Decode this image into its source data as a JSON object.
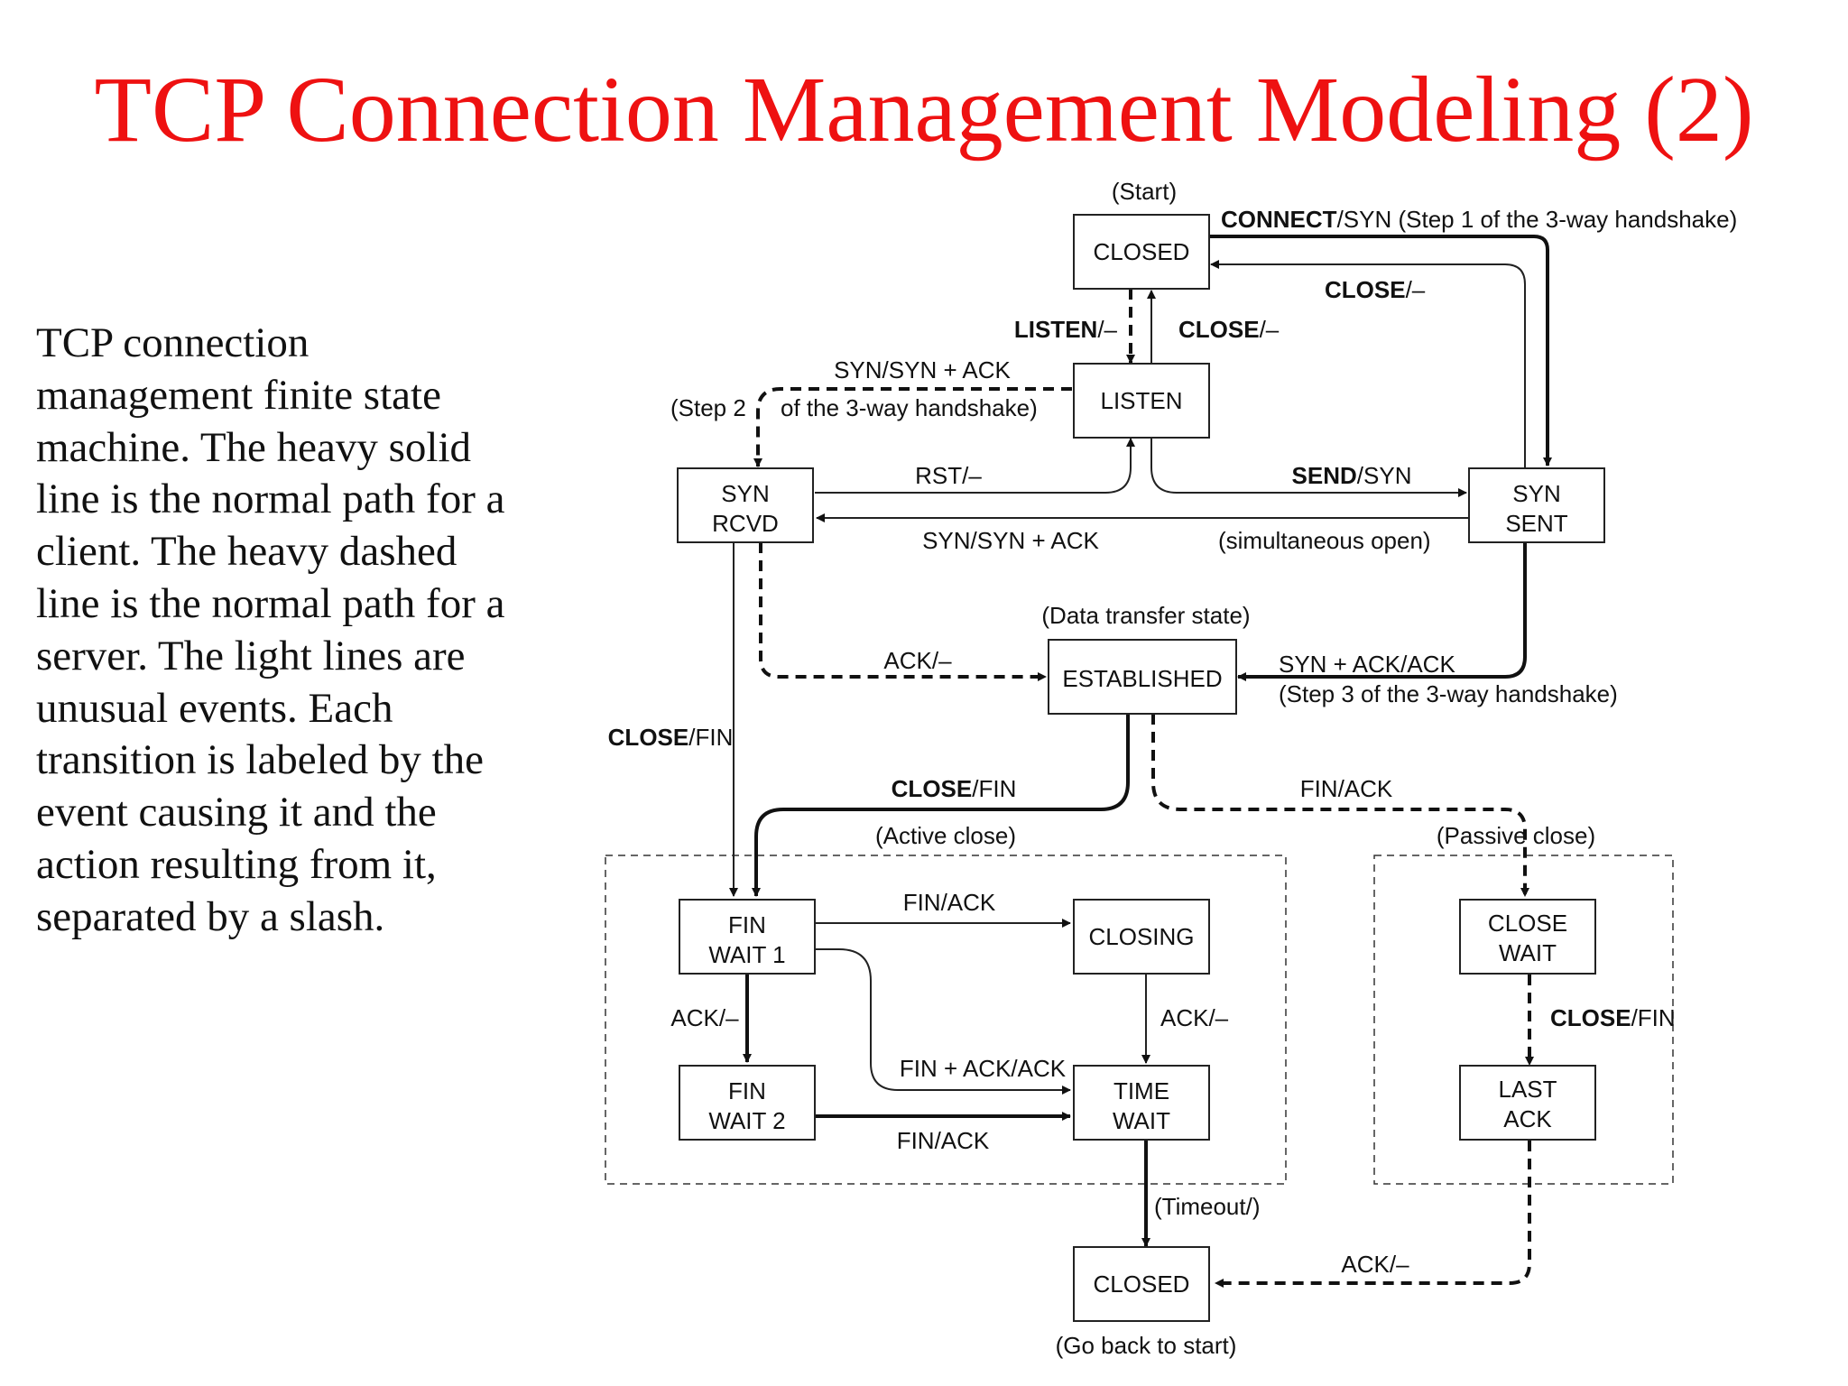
{
  "title": "TCP Connection Management Modeling (2)",
  "description_lines": [
    "TCP connection",
    "management finite state",
    "machine.  The heavy solid",
    "line is the normal path for a",
    "client.  The heavy dashed",
    "line is the normal path for a",
    "server.  The light lines are",
    "unusual events.  Each",
    "transition is labeled by the",
    "event causing it and the",
    "action resulting from it,",
    "separated by a slash."
  ],
  "states": {
    "closed_start": "CLOSED",
    "listen": "LISTEN",
    "syn_rcvd": [
      "SYN",
      "RCVD"
    ],
    "syn_sent": [
      "SYN",
      "SENT"
    ],
    "established": "ESTABLISHED",
    "fin_wait_1": [
      "FIN",
      "WAIT 1"
    ],
    "fin_wait_2": [
      "FIN",
      "WAIT 2"
    ],
    "closing": "CLOSING",
    "time_wait": [
      "TIME",
      "WAIT"
    ],
    "close_wait": [
      "CLOSE",
      "WAIT"
    ],
    "last_ack": [
      "LAST",
      "ACK"
    ],
    "closed_end": "CLOSED"
  },
  "annotations": {
    "start": "(Start)",
    "data_transfer": "(Data transfer state)",
    "active_close": "(Active close)",
    "passive_close": "(Passive close)",
    "timeout": "(Timeout/)",
    "go_back": "(Go back to start)",
    "step2_a": "(Step 2",
    "step2_b": "of the 3-way handshake)",
    "simultaneous": "(simultaneous open)",
    "step3": "(Step 3 of the 3-way handshake)",
    "step1": " (Step 1 of the 3-way handshake)"
  },
  "transitions": {
    "connect_event": "CONNECT",
    "connect_action": "/SYN",
    "close_top_event": "CLOSE",
    "close_top_action": "/–",
    "listen_event": "LISTEN",
    "listen_action": "/–",
    "close_listen_event": "CLOSE",
    "close_listen_action": "/–",
    "syn_synack": "SYN/SYN + ACK",
    "rst": "RST/–",
    "send_event": "SEND",
    "send_action": "/SYN",
    "syn_synack_2": "SYN/SYN + ACK",
    "ack_est": "ACK/–",
    "synack_ack": "SYN + ACK/ACK",
    "close_fin_rcvd_event": "CLOSE",
    "close_fin_rcvd_action": "/FIN",
    "close_fin_est_event": "CLOSE",
    "close_fin_est_action": "/FIN",
    "fin_ack_passive": "FIN/ACK",
    "fin_ack_closing": "FIN/ACK",
    "ack_finwait": "ACK/–",
    "finack_ack": "FIN + ACK/ACK",
    "ack_closing": "ACK/–",
    "fin_ack_timewait": "FIN/ACK",
    "close_fin_cw_event": "CLOSE",
    "close_fin_cw_action": "/FIN",
    "ack_lastack": "ACK/–"
  }
}
